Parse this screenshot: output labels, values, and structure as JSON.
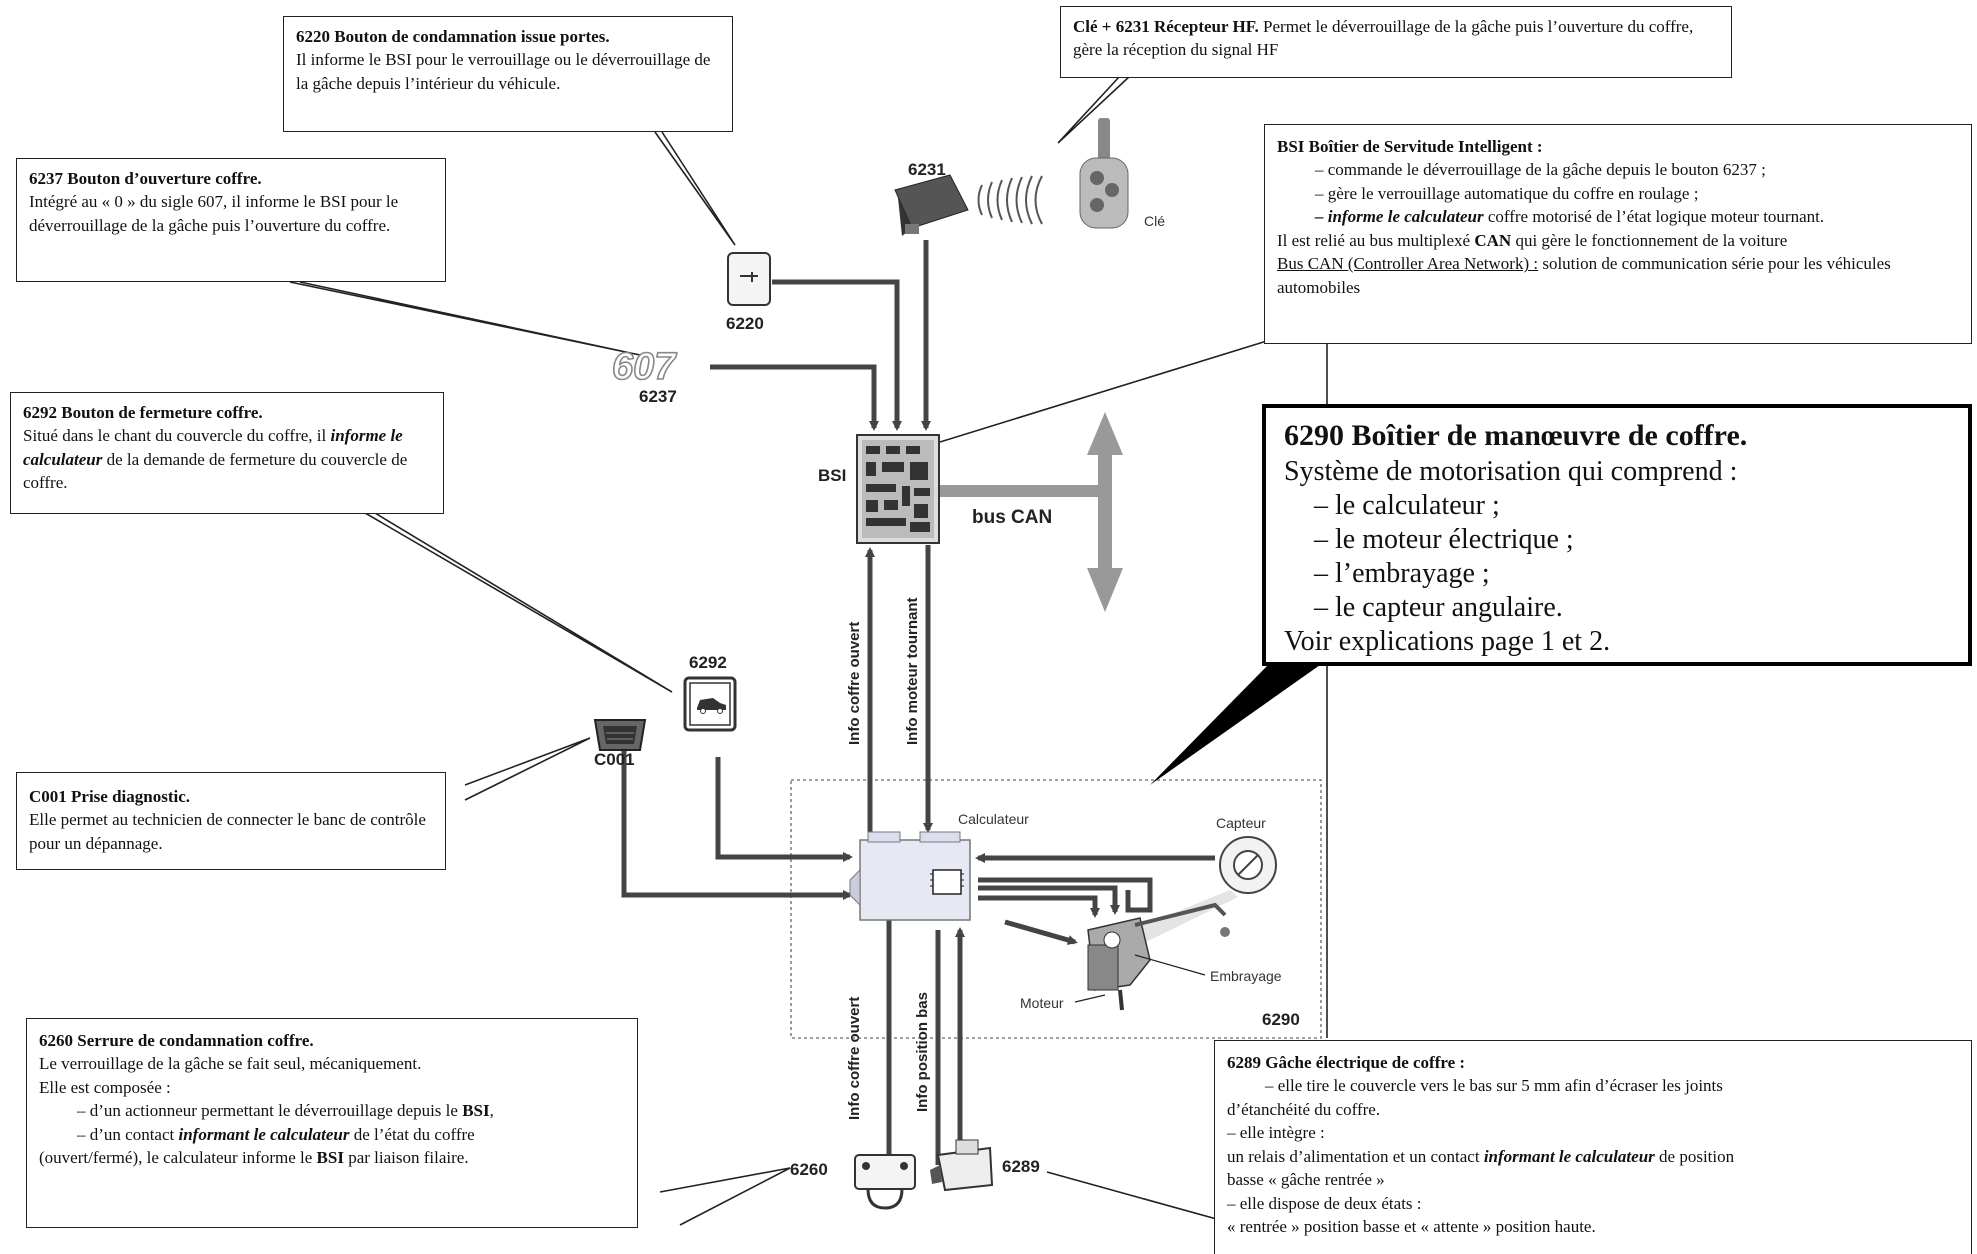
{
  "boxes": {
    "b6220": {
      "title": "6220 Bouton de condamnation issue portes.",
      "text": "Il informe le BSI pour le verrouillage ou le déverrouillage de la gâche depuis l’intérieur du véhicule."
    },
    "b6231": {
      "title": "Clé + 6231 Récepteur HF.",
      "text": " Permet le déverrouillage de la gâche puis l’ouverture du coffre, gère la réception du signal HF"
    },
    "b6237": {
      "title": "6237 Bouton d’ouverture coffre.",
      "text": "Intégré au « 0 » du sigle 607, il informe le BSI pour le déverrouillage de la gâche puis l’ouverture du coffre."
    },
    "bsi": {
      "title": "BSI Boîtier de Servitude Intelligent :",
      "items": [
        "– commande le déverrouillage de la gâche depuis le bouton 6237 ;",
        "– gère le verrouillage automatique du coffre en roulage ;"
      ],
      "item3_bold": "– informe le calculateur",
      "item3_rest": " coffre motorisé de l’état logique moteur tournant.",
      "line1_a": "Il est relié au bus multiplexé ",
      "line1_b": "CAN",
      "line1_c": " qui gère le fonctionnement de la voiture",
      "line2_u": "Bus CAN (Controller Area Network) :",
      "line2_rest": " solution de communication série pour les véhicules automobiles"
    },
    "b6292": {
      "title": "6292 Bouton de fermeture coffre.",
      "text_a": "Situé dans le chant du couvercle du coffre, il ",
      "text_b": "informe le calculateur",
      "text_c": " de la demande de fermeture du couvercle de coffre."
    },
    "b6290": {
      "title": "6290 Boîtier de manœuvre de coffre.",
      "intro": "Système de motorisation qui comprend :",
      "items": [
        "– le calculateur ;",
        "– le moteur électrique ;",
        "– l’embrayage ;",
        "– le capteur angulaire."
      ],
      "outro": "Voir explications page 1 et 2."
    },
    "c001": {
      "title": "C001 Prise diagnostic.",
      "text": "Elle permet au technicien de connecter le banc de contrôle pour un dépannage."
    },
    "b6260": {
      "title": "6260 Serrure de condamnation coffre.",
      "line1": "Le verrouillage de la gâche se fait seul, mécaniquement.",
      "line2": "Elle est composée :",
      "item1_a": "– d’un actionneur permettant le déverrouillage depuis le ",
      "item1_b": "BSI",
      "item1_c": ",",
      "item2_a": "– d’un contact ",
      "item2_b": "informant le calculateur",
      "item2_c": " de l’état du coffre",
      "line5_a": "(ouvert/fermé), le calculateur informe le ",
      "line5_b": "BSI",
      "line5_c": " par liaison filaire."
    },
    "b6289": {
      "title": "6289 Gâche électrique de coffre :",
      "item1": "– elle tire le couvercle vers le bas sur 5 mm afin d’écraser les joints",
      "item1b": "d’étanchéité du coffre.",
      "item2": "– elle intègre :",
      "line3_a": "un relais d’alimentation et un contact ",
      "line3_b": "informant le calculateur",
      "line3_c": " de position",
      "line4": "basse « gâche rentrée »",
      "item3": "– elle dispose de deux états :",
      "line6": "« rentrée » position basse et « attente » position haute."
    }
  },
  "labels": {
    "l6231": "6231",
    "cle": "Clé",
    "l6220": "6220",
    "l607": "607",
    "l6237": "6237",
    "bsi": "BSI",
    "buscan": "bus CAN",
    "l6292": "6292",
    "c001": "C001",
    "calculateur": "Calculateur",
    "capteur": "Capteur",
    "embrayage": "Embrayage",
    "moteur": "Moteur",
    "l6290": "6290",
    "l6260": "6260",
    "l6289": "6289",
    "info_coffre_ouvert_top": "Info coffre ouvert",
    "info_moteur_tournant": "Info moteur tournant",
    "info_coffre_ouvert_bottom": "Info coffre ouvert",
    "info_position_bas": "Info position bas"
  }
}
